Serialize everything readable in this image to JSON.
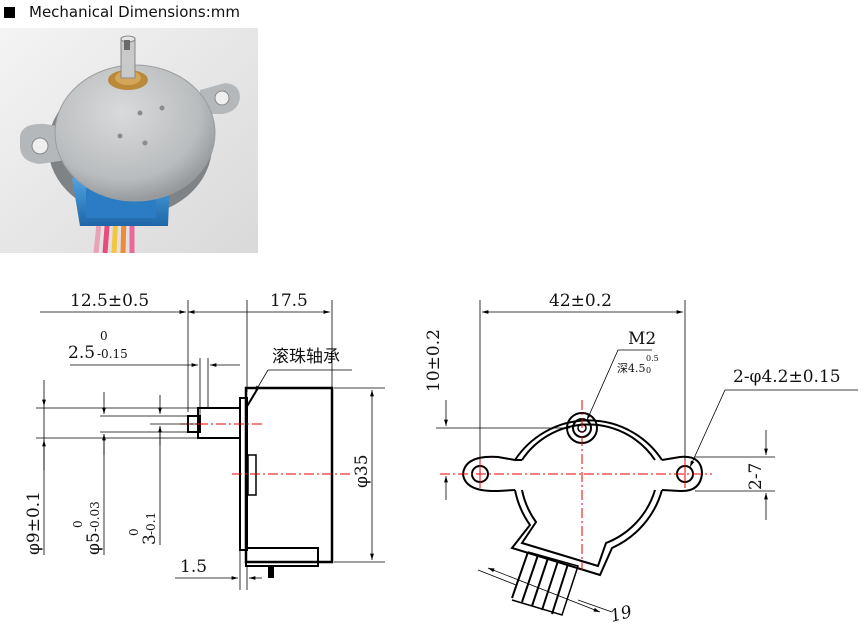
{
  "header": {
    "title": "Mechanical Dimensions:mm"
  },
  "side_view": {
    "dim_12_5": "12.5±0.5",
    "dim_17_5": "17.5",
    "dim_2_5_base": "2.5",
    "dim_2_5_up": "0",
    "dim_2_5_low": "-0.15",
    "bearing_label": "滚珠轴承",
    "dim_phi35": "φ35",
    "dim_phi9": "φ9±0.1",
    "dim_phi5_base": "φ5",
    "dim_phi5_up": "0",
    "dim_phi5_low": "-0.03",
    "dim_3_base": "3",
    "dim_3_up": "0",
    "dim_3_low": "-0.1",
    "dim_1_5": "1.5"
  },
  "front_view": {
    "dim_42": "42±0.2",
    "dim_m2": "M2",
    "depth_base": "深4.5",
    "depth_up": "0.5",
    "depth_low": "0",
    "dim_10": "10±0.2",
    "dim_holes": "2-φ4.2±0.15",
    "dim_2_7": "2-7",
    "dim_19": "19"
  }
}
